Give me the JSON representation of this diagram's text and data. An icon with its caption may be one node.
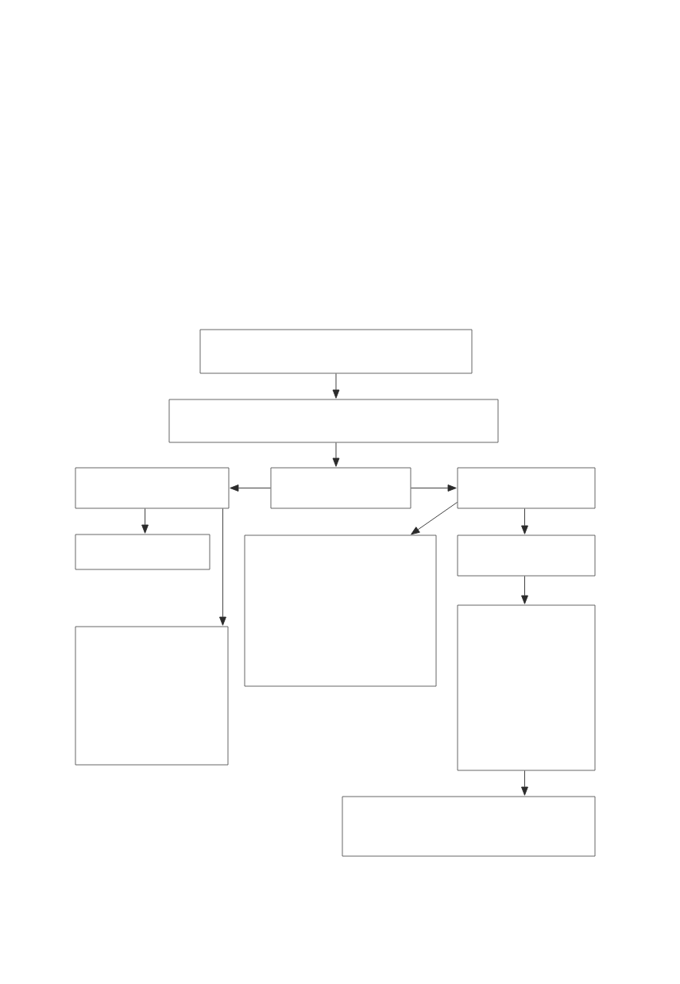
{
  "diagram": {
    "nodes": [
      {
        "text": [],
        "shape": "box"
      },
      {
        "text": [],
        "shape": "box"
      },
      {
        "text": [],
        "shape": "box"
      },
      {
        "text": [],
        "shape": "box"
      },
      {
        "text": [],
        "shape": "box"
      },
      {
        "text": [],
        "shape": "box"
      },
      {
        "text": [],
        "shape": "box"
      },
      {
        "text": [],
        "shape": "box"
      },
      {
        "text": [],
        "shape": "box"
      },
      {
        "text": [],
        "shape": "box"
      },
      {
        "text": [],
        "shape": "box"
      }
    ],
    "edges": [
      {
        "from": 0,
        "to": 1,
        "arrow": "to"
      },
      {
        "from": 1,
        "to": 3,
        "arrow": "to"
      },
      {
        "from": 3,
        "to": 2,
        "arrow": "to"
      },
      {
        "from": 3,
        "to": 4,
        "arrow": "to"
      },
      {
        "from": 2,
        "to": 5,
        "arrow": "to"
      },
      {
        "from": 2,
        "to": 8,
        "arrow": "to"
      },
      {
        "from": 4,
        "to": 6,
        "arrow": "to"
      },
      {
        "from": 4,
        "to": 7,
        "arrow": "to"
      },
      {
        "from": 7,
        "to": 9,
        "arrow": "to"
      },
      {
        "from": 9,
        "to": 10,
        "arrow": "to"
      }
    ]
  }
}
